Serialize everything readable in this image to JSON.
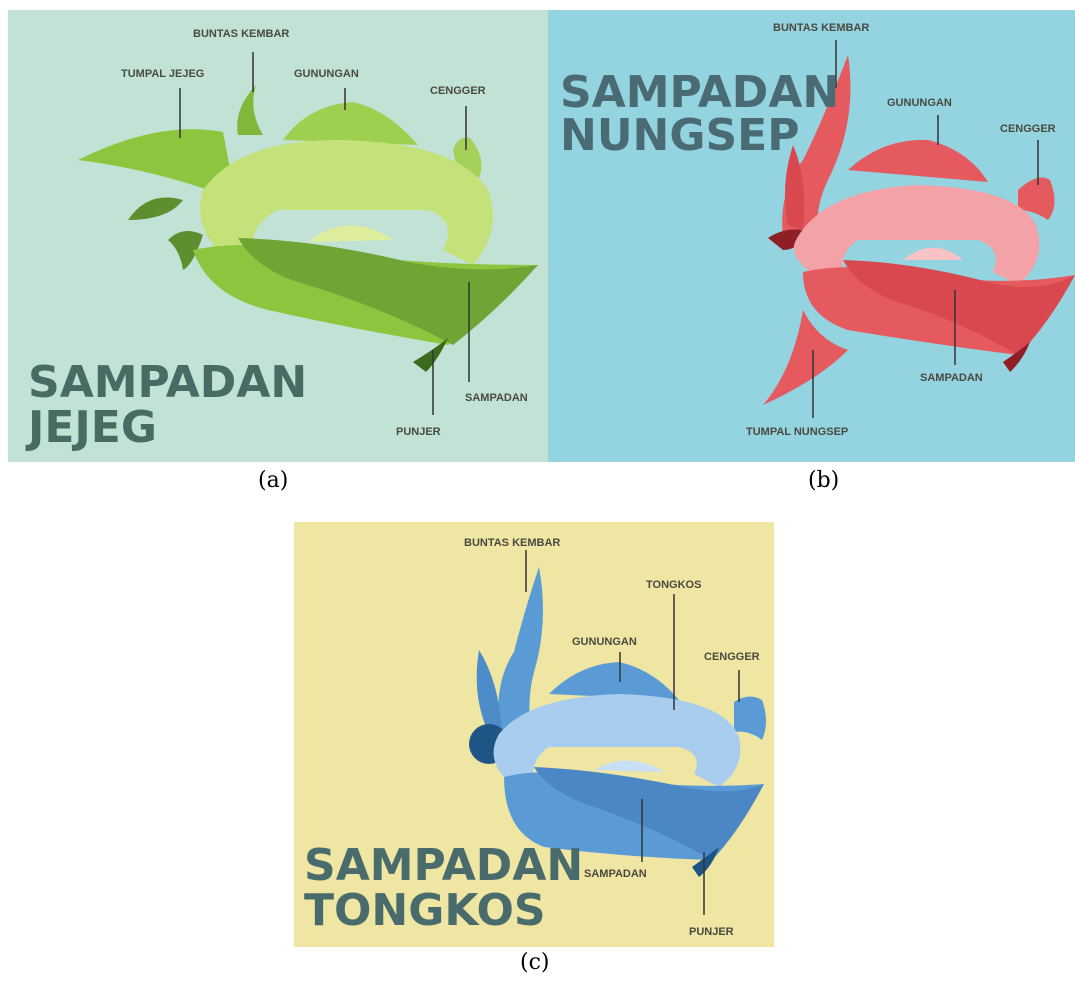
{
  "panels": {
    "a": {
      "caption": "(a)",
      "title_line1": "SAMPADAN",
      "title_line2": "JEJEG",
      "labels": {
        "buntas_kembar": "BUNTAS KEMBAR",
        "tumpal_jejeg": "TUMPAL JEJEG",
        "gunungan": "GUNUNGAN",
        "cengger": "CENGGER",
        "sampadan": "SAMPADAN",
        "punjer": "PUNJER"
      },
      "colors": {
        "background": "#c2e2d6",
        "main": "#8cc63f",
        "light": "#c5e17a",
        "dark": "#6fa534",
        "title": "#4a6b63"
      }
    },
    "b": {
      "caption": "(b)",
      "title_line1": "SAMPADAN",
      "title_line2": "NUNGSEP",
      "labels": {
        "buntas_kembar": "BUNTAS KEMBAR",
        "gunungan": "GUNUNGAN",
        "cengger": "CENGGER",
        "sampadan": "SAMPADAN",
        "tumpal_nungsep": "TUMPAL NUNGSEP"
      },
      "colors": {
        "background": "#93d4e0",
        "main": "#e55a5f",
        "light": "#f3a3a7",
        "dark": "#c0393f",
        "title": "#4a6b73"
      }
    },
    "c": {
      "caption": "(c)",
      "title_line1": "SAMPADAN",
      "title_line2": "TONGKOS",
      "labels": {
        "buntas_kembar": "BUNTAS KEMBAR",
        "tongkos": "TONGKOS",
        "gunungan": "GUNUNGAN",
        "cengger": "CENGGER",
        "sampadan": "SAMPADAN",
        "punjer": "PUNJER"
      },
      "colors": {
        "background": "#efe6a3",
        "main": "#5b9bd5",
        "light": "#a9cdee",
        "dark": "#2f6ea8",
        "title": "#4a6b6b"
      }
    }
  }
}
